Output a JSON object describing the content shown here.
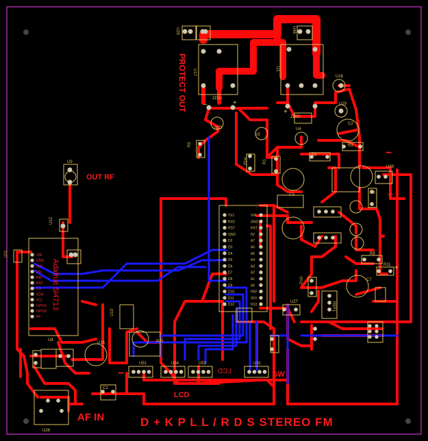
{
  "board_title": "D + K  P L L / R D S STEREO FM",
  "labels": {
    "protect_out": "PROTECT OUT",
    "out_rf": "OUT RF",
    "af_in": "AF IN",
    "lcd": "LCD",
    "sw": "SW",
    "lcd_mirror": "LCD",
    "adafruit": "Adafruit Si4713"
  },
  "designators": {
    "u17": "U17",
    "u1": "U1",
    "u18": "U18",
    "u19": "U19",
    "u20": "U20",
    "u48": "U48",
    "u9": "U9",
    "u12": "U12",
    "u11": "U11",
    "u8": "U8",
    "u16": "U16",
    "u13": "U13",
    "u28": "U28",
    "u51": "U51",
    "u54": "U54",
    "u53": "U53",
    "u31": "U31",
    "u39": "U39",
    "u27": "U27",
    "u4": "U4",
    "u3": "U3",
    "zd91": "ZD91",
    "zd92": "ZD92",
    "q20": "Q20",
    "r12": "R12",
    "r2": "R2",
    "r1": "R1",
    "r4": "R4",
    "r3": "R3",
    "r8": "R8",
    "r9": "R9",
    "r10": "R10",
    "r11": "R11",
    "rj1": "RJ1",
    "ref1": "REF1",
    "c1": "C1",
    "c2": "C2",
    "c3": "C3",
    "c7": "C7"
  },
  "pin_labels_left": [
    "TX1",
    "RX0",
    "RST",
    "GND",
    "D2",
    "D3",
    "D4",
    "D5",
    "D6",
    "D7",
    "D8",
    "D9",
    "D10",
    "D11",
    "D12"
  ],
  "pin_labels_right": [
    "VIN",
    "GND",
    "RST",
    "5V",
    "A7",
    "A6",
    "A5",
    "A4",
    "A3",
    "A2",
    "A1",
    "A0",
    "REF",
    "3V3",
    "D13"
  ],
  "si_pins": [
    "VIN",
    "GND",
    "3V0",
    "LIN",
    "RIN",
    "RST",
    "CS",
    "SDA",
    "SCL",
    "GPIO1",
    "GPIO2",
    "RF"
  ],
  "polarity": {
    "minus": "−",
    "plus": "+"
  },
  "colors": {
    "top_copper": "#ff0a0a",
    "bottom_copper": "#1a1aff",
    "silkscreen": "#e0c060",
    "outline": "#cc33cc",
    "background": "#000000"
  }
}
